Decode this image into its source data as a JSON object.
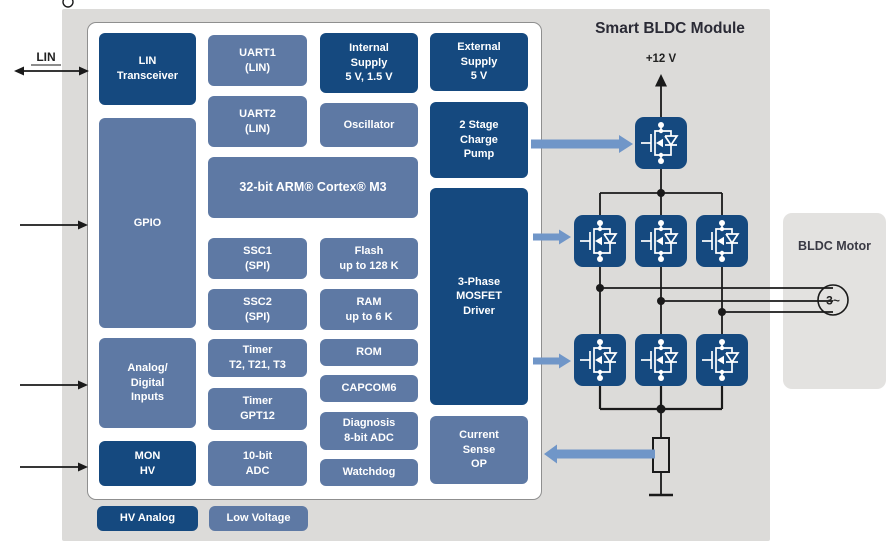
{
  "title": "Smart BLDC Module",
  "colors": {
    "dark": "#15497f",
    "slate": "#5e79a4",
    "arrow": "#7096c8",
    "panel": "#dcdbd9",
    "motorbox": "#e3e2e0"
  },
  "external": {
    "lin_label": "LIN"
  },
  "chip": {
    "blocks": {
      "lin_transceiver": {
        "label": "LIN\nTransceiver",
        "style": "hv-analog"
      },
      "gpio": {
        "label": "GPIO",
        "style": "low-voltage"
      },
      "analog_digital": {
        "label": "Analog/\nDigital\nInputs",
        "style": "low-voltage"
      },
      "mon_hv": {
        "label": "MON\nHV",
        "style": "hv-analog"
      },
      "uart1": {
        "label": "UART1\n(LIN)",
        "style": "low-voltage"
      },
      "uart2": {
        "label": "UART2\n(LIN)",
        "style": "low-voltage"
      },
      "arm_core": {
        "label": "32-bit ARM® Cortex® M3",
        "style": "low-voltage"
      },
      "ssc1": {
        "label": "SSC1\n(SPI)",
        "style": "low-voltage"
      },
      "ssc2": {
        "label": "SSC2\n(SPI)",
        "style": "low-voltage"
      },
      "timer_t2": {
        "label": "Timer\nT2, T21, T3",
        "style": "low-voltage"
      },
      "timer_gpt12": {
        "label": "Timer\nGPT12",
        "style": "low-voltage"
      },
      "adc_10bit": {
        "label": "10-bit\nADC",
        "style": "low-voltage"
      },
      "internal_supply": {
        "label": "Internal\nSupply\n5 V, 1.5 V",
        "style": "hv-analog"
      },
      "oscillator": {
        "label": "Oscillator",
        "style": "low-voltage"
      },
      "flash": {
        "label": "Flash\nup to 128 K",
        "style": "low-voltage"
      },
      "ram": {
        "label": "RAM\nup to 6 K",
        "style": "low-voltage"
      },
      "rom": {
        "label": "ROM",
        "style": "low-voltage"
      },
      "capcom6": {
        "label": "CAPCOM6",
        "style": "low-voltage"
      },
      "diagnosis": {
        "label": "Diagnosis\n8-bit ADC",
        "style": "low-voltage"
      },
      "watchdog": {
        "label": "Watchdog",
        "style": "low-voltage"
      },
      "external_supply": {
        "label": "External\nSupply\n5 V",
        "style": "hv-analog"
      },
      "charge_pump": {
        "label": "2 Stage\nCharge\nPump",
        "style": "hv-analog"
      },
      "mosfet_driver": {
        "label": "3-Phase\nMOSFET\nDriver",
        "style": "hv-analog"
      },
      "current_sense": {
        "label": "Current\nSense\nOP",
        "style": "low-voltage"
      }
    }
  },
  "legend": {
    "hv_analog": "HV Analog",
    "low_voltage": "Low Voltage"
  },
  "circuit": {
    "supply_label": "+12 V",
    "motor_box_label": "BLDC Motor",
    "motor_symbol": "3~"
  }
}
